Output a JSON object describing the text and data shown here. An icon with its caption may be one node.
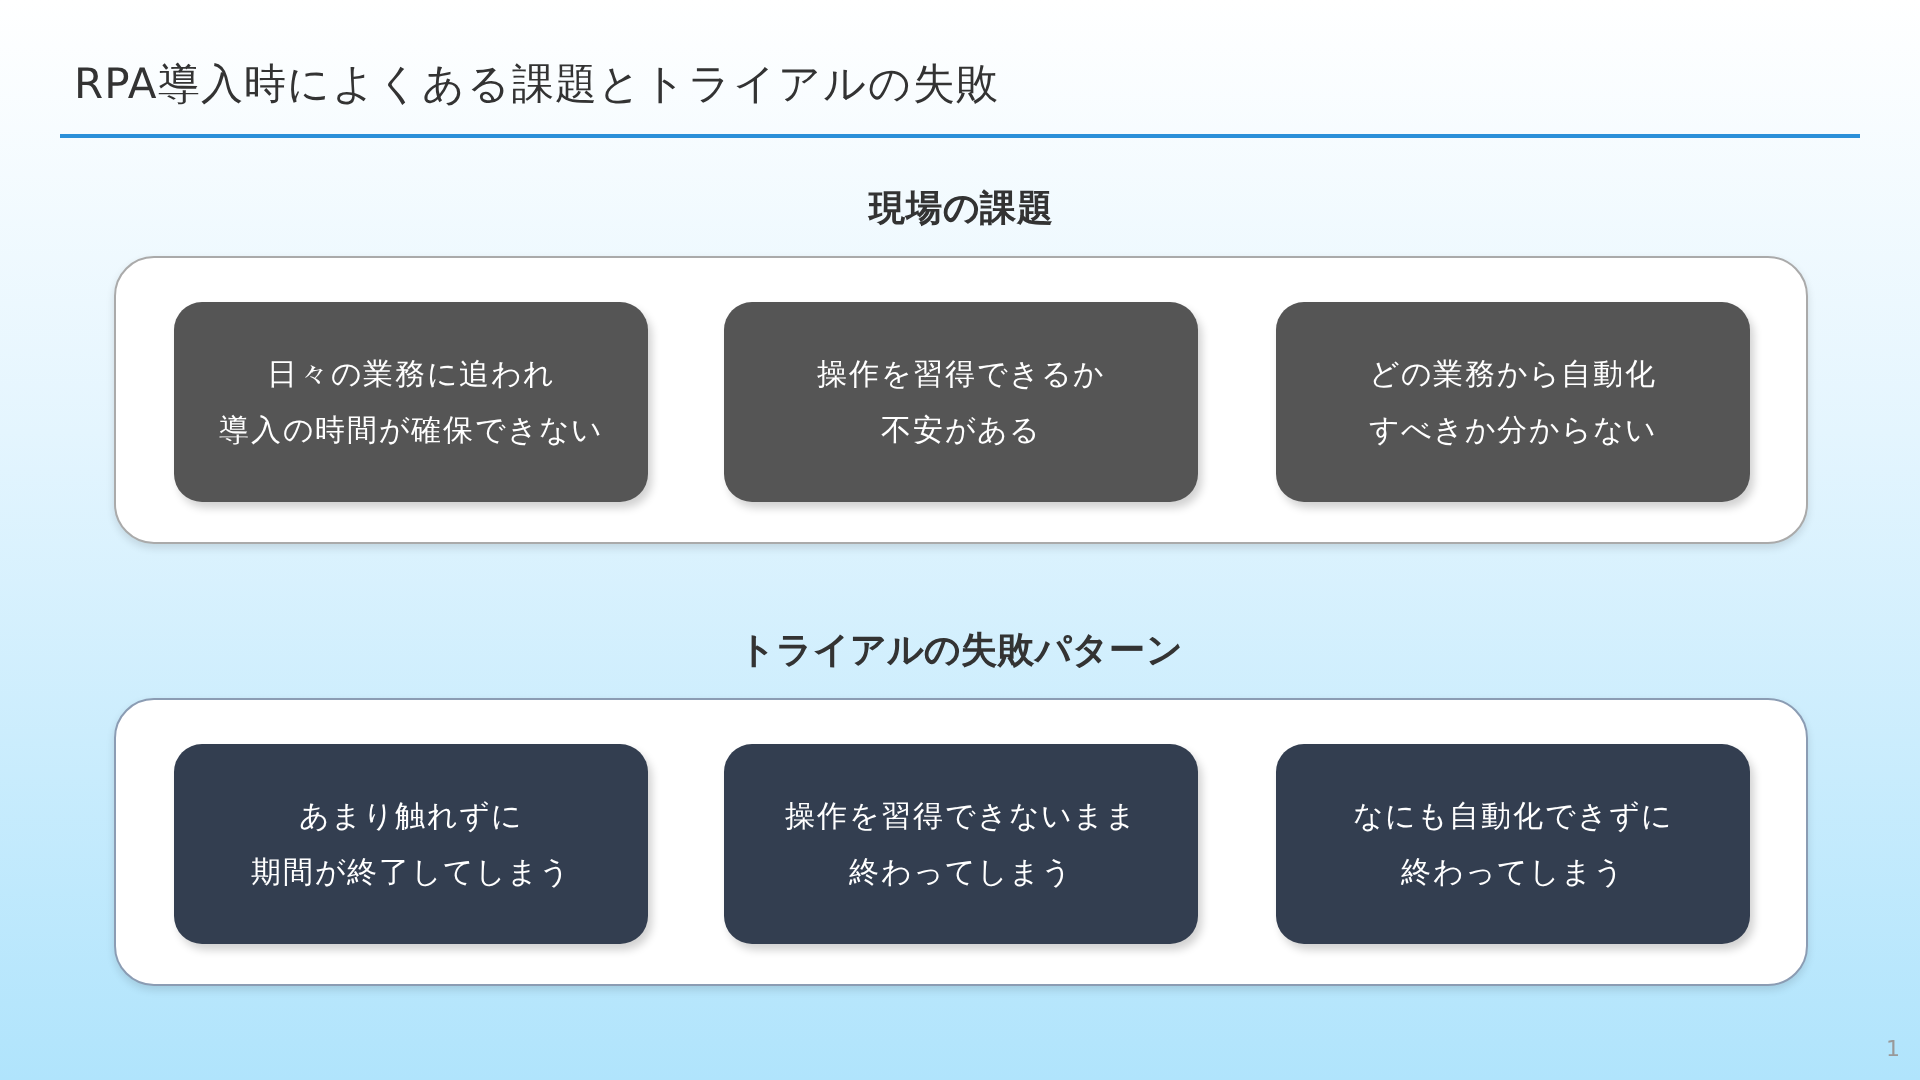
{
  "diagram": {
    "title": "RPA導入時によくある課題とトライアルの失敗",
    "nodes": [
      {
        "text": [
          "現場の課題"
        ]
      },
      {
        "text": [
          "日々の業務に追われ導入の時間が確保できない"
        ],
        "in": 0
      },
      {
        "text": [
          "操作を習得できるか不安がある"
        ],
        "in": 0
      },
      {
        "text": [
          "どの業務から自動化すべきか分からない"
        ],
        "in": 0
      },
      {
        "text": [
          "トライアルの失敗パターン"
        ]
      },
      {
        "text": [
          "あまり触れずに期間が終了してしまう"
        ],
        "in": 4
      },
      {
        "text": [
          "操作を習得できないまま終わってしまう"
        ],
        "in": 4
      },
      {
        "text": [
          "なにも自動化できずに終わってしまう"
        ],
        "in": 4
      }
    ],
    "labels": [
      "1"
    ]
  }
}
